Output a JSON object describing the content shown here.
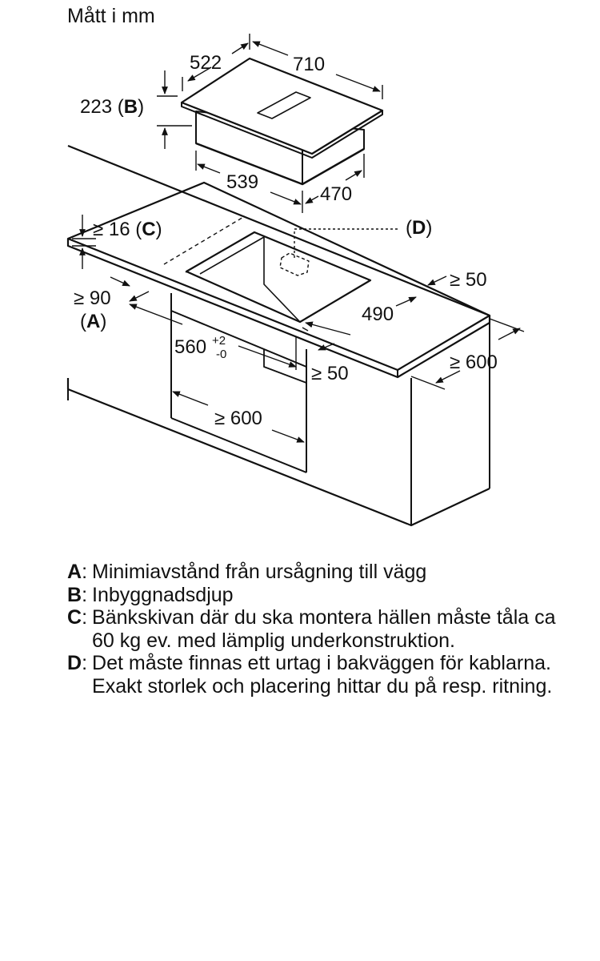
{
  "title": "Mått i mm",
  "dimensions": {
    "hob_depth": "522",
    "hob_width": "710",
    "installation_depth_value": "223",
    "installation_depth_letter": "B",
    "cutout_width": "539",
    "cutout_depth": "470",
    "worktop_min_thickness": "≥ 16",
    "worktop_letter": "C",
    "socket_letter": "D",
    "rear_min": "≥ 50",
    "front_min_value": "≥ 90",
    "front_letter": "A",
    "cutout_depth_2": "490",
    "cutout_length": "560",
    "tolerance_plus": "+2",
    "tolerance_minus": "-0",
    "side_min": "≥ 50",
    "cabinet_width_min": "≥ 600",
    "worktop_depth_min": "≥ 600"
  },
  "legend": [
    {
      "key": "A",
      "text": "Minimiavstånd från ursågning till vägg"
    },
    {
      "key": "B",
      "text": "Inbyggnadsdjup"
    },
    {
      "key": "C",
      "text": "Bänkskivan där du ska montera hällen måste tåla ca 60 kg ev. med lämplig underkonstruktion."
    },
    {
      "key": "D",
      "text": "Det måste finnas ett urtag i bakväggen för kablarna. Exakt storlek och placering hittar du på resp. ritning."
    }
  ]
}
